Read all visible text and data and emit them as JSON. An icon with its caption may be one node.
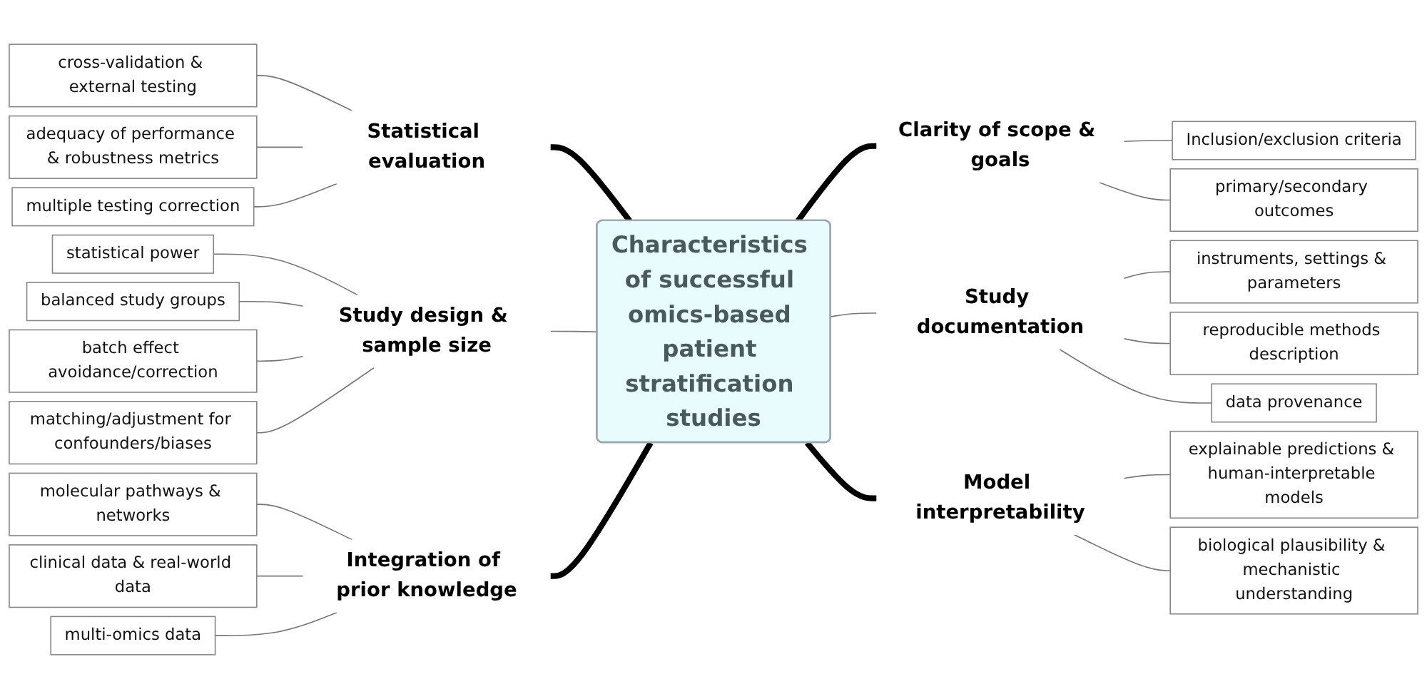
{
  "diagram": {
    "nodes": [
      {
        "text": [
          "Characteristics of successful omics-based patient stratification studies"
        ]
      },
      {
        "text": [
          "Statistical evaluation"
        ]
      },
      {
        "text": [
          "cross-validation & external testing"
        ]
      },
      {
        "text": [
          "adequacy of performance & robustness metrics"
        ]
      },
      {
        "text": [
          "multiple testing correction"
        ]
      },
      {
        "text": [
          "Clarity of scope & goals"
        ]
      },
      {
        "text": [
          "Inclusion/exclusion criteria"
        ]
      },
      {
        "text": [
          "primary/secondary outcomes"
        ]
      },
      {
        "text": [
          "Study design & sample size"
        ]
      },
      {
        "text": [
          "statistical power"
        ]
      },
      {
        "text": [
          "balanced study groups"
        ]
      },
      {
        "text": [
          "batch effect avoidance/correction"
        ]
      },
      {
        "text": [
          "matching/adjustment for confounders/biases"
        ]
      },
      {
        "text": [
          "Study documentation"
        ]
      },
      {
        "text": [
          "instruments, settings & parameters"
        ]
      },
      {
        "text": [
          "reproducible methods description"
        ]
      },
      {
        "text": [
          "data provenance"
        ]
      },
      {
        "text": [
          "Integration of prior knowledge"
        ]
      },
      {
        "text": [
          "molecular pathways & networks"
        ]
      },
      {
        "text": [
          "clinical data & real-world data"
        ]
      },
      {
        "text": [
          "multi-omics data"
        ]
      },
      {
        "text": [
          "Model interpretability"
        ]
      },
      {
        "text": [
          "explainable predictions & human-interpretable models"
        ]
      },
      {
        "text": [
          "biological plausibility & mechanistic understanding"
        ]
      }
    ],
    "edges": [
      {
        "from": 0,
        "to": 1,
        "arrow": "none",
        "style": "thick",
        "color": "#000000"
      },
      {
        "from": 1,
        "to": 2,
        "arrow": "none"
      },
      {
        "from": 1,
        "to": 3,
        "arrow": "none"
      },
      {
        "from": 1,
        "to": 4,
        "arrow": "none"
      },
      {
        "from": 0,
        "to": 5,
        "arrow": "none",
        "style": "thick",
        "color": "#000000"
      },
      {
        "from": 5,
        "to": 6,
        "arrow": "none"
      },
      {
        "from": 5,
        "to": 7,
        "arrow": "none"
      },
      {
        "from": 0,
        "to": 8,
        "arrow": "none"
      },
      {
        "from": 8,
        "to": 9,
        "arrow": "none"
      },
      {
        "from": 8,
        "to": 10,
        "arrow": "none"
      },
      {
        "from": 8,
        "to": 11,
        "arrow": "none"
      },
      {
        "from": 8,
        "to": 12,
        "arrow": "none"
      },
      {
        "from": 0,
        "to": 13,
        "arrow": "none"
      },
      {
        "from": 13,
        "to": 14,
        "arrow": "none"
      },
      {
        "from": 13,
        "to": 15,
        "arrow": "none"
      },
      {
        "from": 13,
        "to": 16,
        "arrow": "none"
      },
      {
        "from": 0,
        "to": 17,
        "arrow": "none",
        "style": "thick",
        "color": "#000000"
      },
      {
        "from": 17,
        "to": 18,
        "arrow": "none"
      },
      {
        "from": 17,
        "to": 19,
        "arrow": "none"
      },
      {
        "from": 17,
        "to": 20,
        "arrow": "none"
      },
      {
        "from": 0,
        "to": 21,
        "arrow": "none",
        "style": "thick",
        "color": "#000000"
      },
      {
        "from": 21,
        "to": 22,
        "arrow": "none"
      },
      {
        "from": 21,
        "to": 23,
        "arrow": "none"
      }
    ]
  }
}
